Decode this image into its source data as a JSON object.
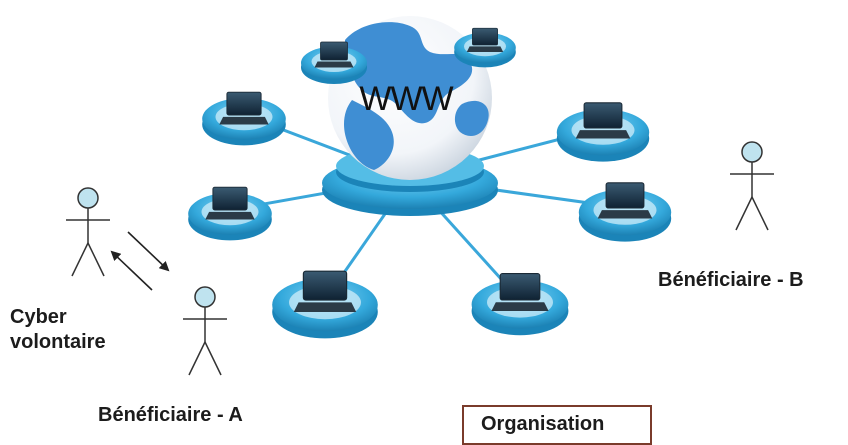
{
  "globe": {
    "label": "WWW"
  },
  "labels": {
    "cyber_line1": "Cyber",
    "cyber_line2": "volontaire",
    "beneficiaire_a": "Bénéficiaire - A",
    "beneficiaire_b": "Bénéficiaire - B",
    "organisation": "Organisation"
  },
  "colors": {
    "ring": "#34a9dc",
    "ring_dark": "#1b84b8",
    "globe_land": "#3f8ed3",
    "spoke": "#3aa7da",
    "actor_head": "#bfe3ef",
    "arrow": "#222222",
    "org_border": "#7a3b2b"
  }
}
